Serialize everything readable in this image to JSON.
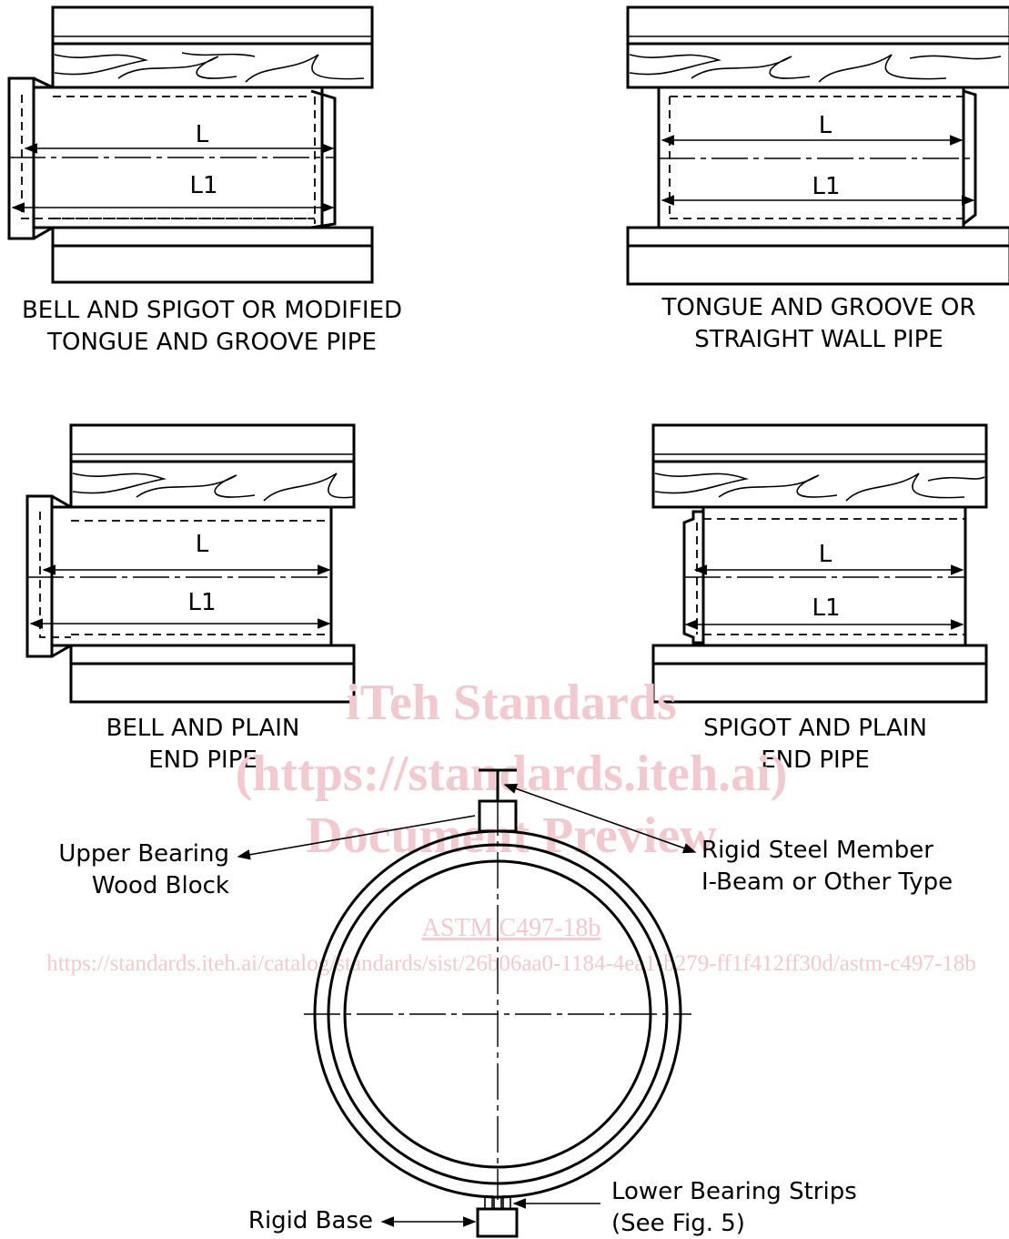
{
  "panels": {
    "bell_spigot": {
      "label_line1": "BELL AND SPIGOT OR MODIFIED",
      "label_line2": "TONGUE AND GROOVE PIPE",
      "dim_l": "L",
      "dim_l1": "L1"
    },
    "tongue_groove": {
      "label_line1": "TONGUE AND GROOVE OR",
      "label_line2": "STRAIGHT WALL PIPE",
      "dim_l": "L",
      "dim_l1": "L1"
    },
    "bell_plain": {
      "label_line1": "BELL AND PLAIN",
      "label_line2": "END PIPE",
      "dim_l": "L",
      "dim_l1": "L1"
    },
    "spigot_plain": {
      "label_line1": "SPIGOT AND PLAIN",
      "label_line2": "END PIPE",
      "dim_l": "L",
      "dim_l1": "L1"
    }
  },
  "section": {
    "upper_bearing_line1": "Upper Bearing",
    "upper_bearing_line2": "Wood Block",
    "rigid_steel_line1": "Rigid Steel Member",
    "rigid_steel_line2": "I-Beam or Other Type",
    "lower_strips_line1": "Lower Bearing Strips",
    "lower_strips_line2": "(See Fig. 5)",
    "rigid_base": "Rigid Base"
  },
  "watermark": {
    "line1": "iTeh Standards",
    "line2": "(https://standards.iteh.ai)",
    "line3": "Document Preview",
    "line4": "ASTM C497-18b",
    "line5": "https://standards.iteh.ai/catalog/standards/sist/26b06aa0-1184-4ea1-b279-ff1f412ff30d/astm-c497-18b"
  }
}
